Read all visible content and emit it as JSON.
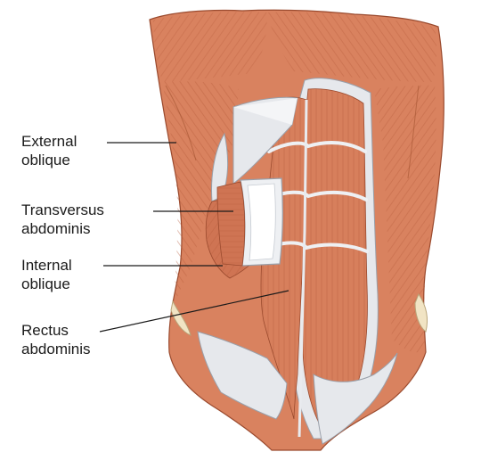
{
  "labels": [
    {
      "id": "external_oblique",
      "line1": "External",
      "line2": "oblique"
    },
    {
      "id": "transversus_abdominis",
      "line1": "Transversus",
      "line2": "abdominis"
    },
    {
      "id": "internal_oblique",
      "line1": "Internal",
      "line2": "oblique"
    },
    {
      "id": "rectus_abdominis",
      "line1": "Rectus",
      "line2": "abdominis"
    }
  ],
  "colors": {
    "muscle": "#d9825f",
    "muscle_dark": "#b85c3c",
    "muscle_light": "#eba184",
    "fascia": "#e6e8ec",
    "fascia_shadow": "#b9bec7",
    "bone": "#f1e4c4",
    "leader_line": "#1a1a1a"
  }
}
